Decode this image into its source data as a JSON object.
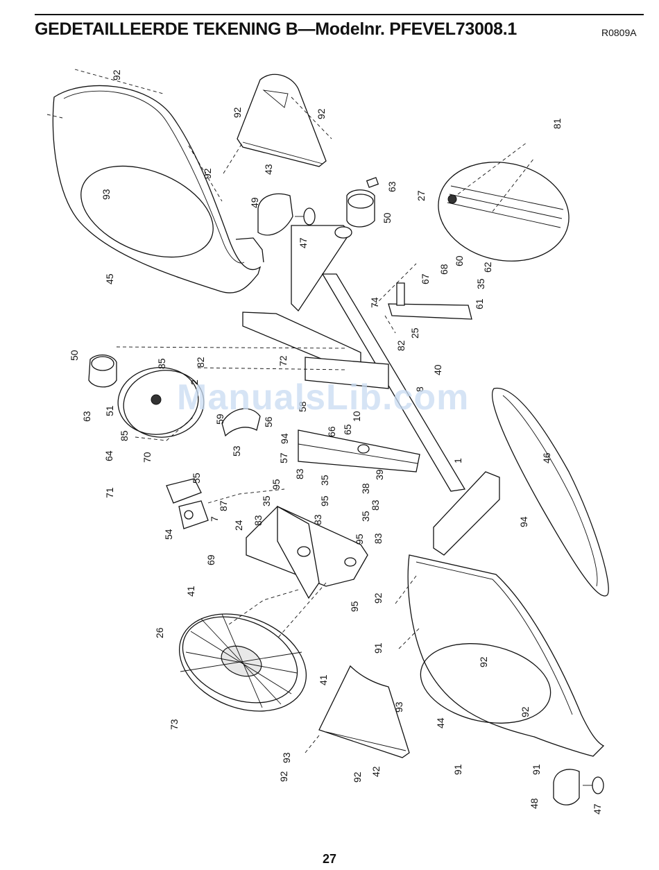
{
  "header": {
    "title": "GEDETAILLEERDE TEKENING B—Modelnr. PFEVEL73008.1",
    "revision": "R0809A"
  },
  "watermark": "ManualsLib.com",
  "page_number": "27",
  "part_labels": [
    "92",
    "92",
    "92",
    "92",
    "93",
    "45",
    "43",
    "49",
    "47",
    "63",
    "50",
    "27",
    "81",
    "67",
    "68",
    "60",
    "62",
    "35",
    "61",
    "74",
    "25",
    "72",
    "82",
    "40",
    "8",
    "50",
    "85",
    "82",
    "63",
    "51",
    "2",
    "59",
    "56",
    "53",
    "85",
    "64",
    "70",
    "55",
    "71",
    "87",
    "7",
    "54",
    "69",
    "58",
    "94",
    "57",
    "66",
    "65",
    "10",
    "1",
    "46",
    "39",
    "38",
    "95",
    "83",
    "35",
    "35",
    "95",
    "83",
    "83",
    "35",
    "83",
    "95",
    "83",
    "95",
    "24",
    "94",
    "41",
    "26",
    "41",
    "73",
    "93",
    "92",
    "92",
    "42",
    "92",
    "91",
    "93",
    "92",
    "44",
    "92",
    "91",
    "91",
    "48",
    "47"
  ]
}
